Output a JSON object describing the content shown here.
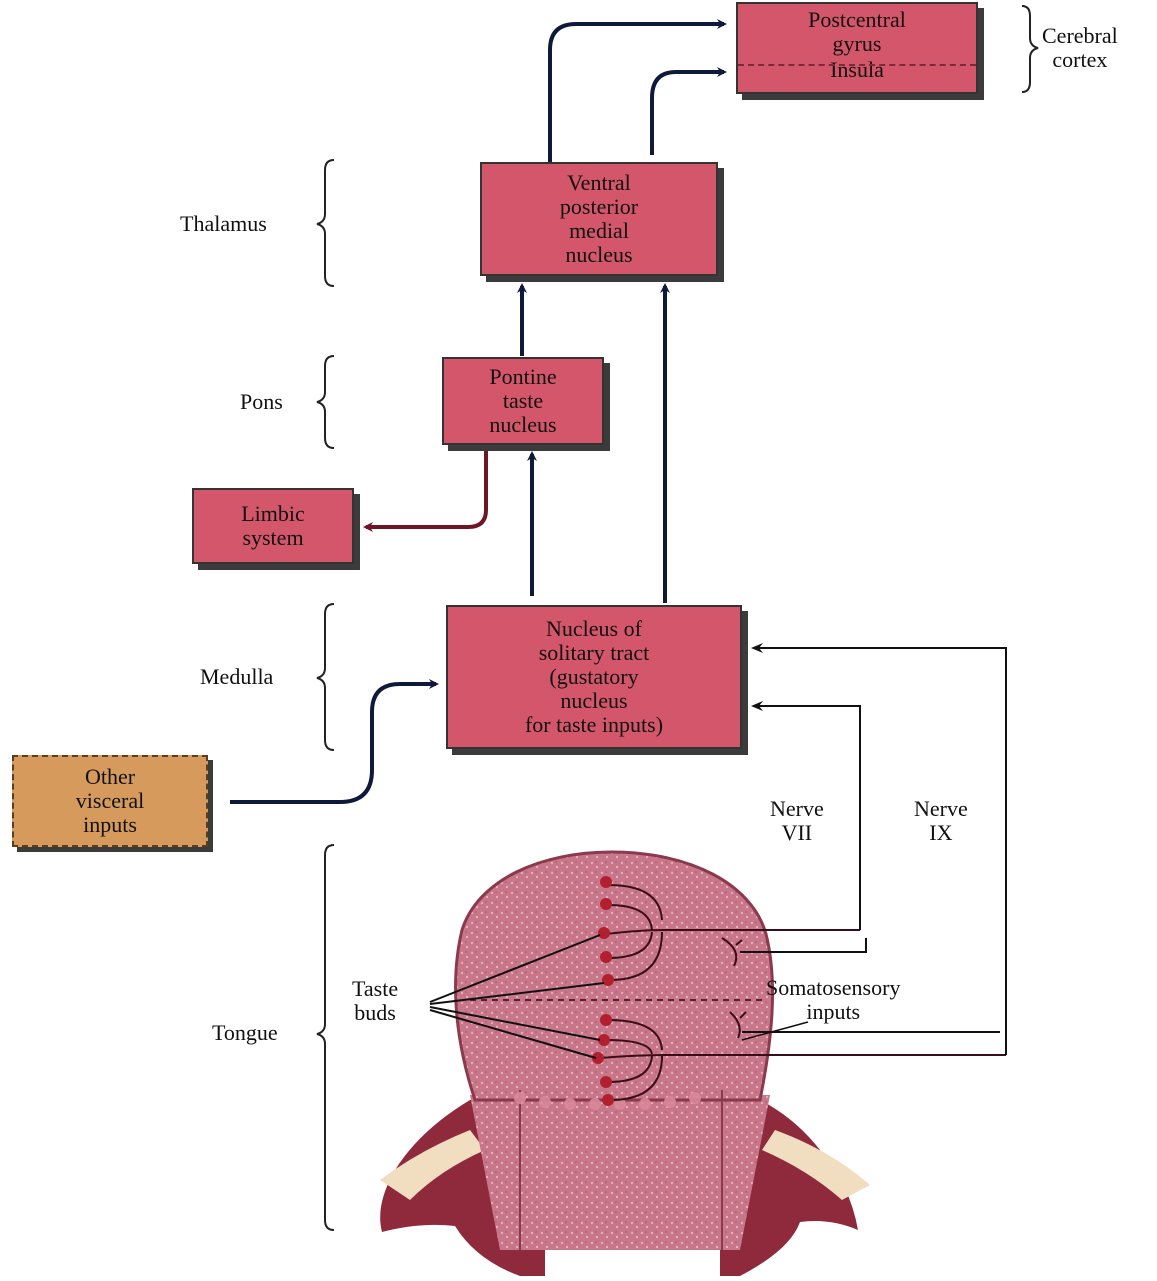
{
  "boxes": {
    "cortex": {
      "top": "Postcentral",
      "mid": "gyrus",
      "bottom": "Insula"
    },
    "thalamus_nucleus": {
      "lines": [
        "Ventral",
        "posterior",
        "medial",
        "nucleus"
      ]
    },
    "pontine": {
      "lines": [
        "Pontine",
        "taste",
        "nucleus"
      ]
    },
    "limbic": {
      "lines": [
        "Limbic",
        "system"
      ]
    },
    "solitary": {
      "lines": [
        "Nucleus of",
        "solitary tract",
        "(gustatory",
        "nucleus",
        "for taste inputs)"
      ]
    },
    "visceral": {
      "lines": [
        "Other",
        "visceral",
        "inputs"
      ]
    }
  },
  "region_labels": {
    "cerebral_cortex": [
      "Cerebral",
      "cortex"
    ],
    "thalamus": "Thalamus",
    "pons": "Pons",
    "medulla": "Medulla",
    "tongue": "Tongue"
  },
  "annotations": {
    "nerve_vii": [
      "Nerve",
      "VII"
    ],
    "nerve_ix": [
      "Nerve",
      "IX"
    ],
    "taste_buds": [
      "Taste",
      "buds"
    ],
    "somatosensory": [
      "Somatosensory",
      "inputs"
    ]
  },
  "colors": {
    "box_fill": "#d4566a",
    "visceral_fill": "#d59a5c",
    "arrow_dark": "#0f1a3a",
    "arrow_limbic": "#6e1526",
    "tongue": "#c9768a"
  }
}
